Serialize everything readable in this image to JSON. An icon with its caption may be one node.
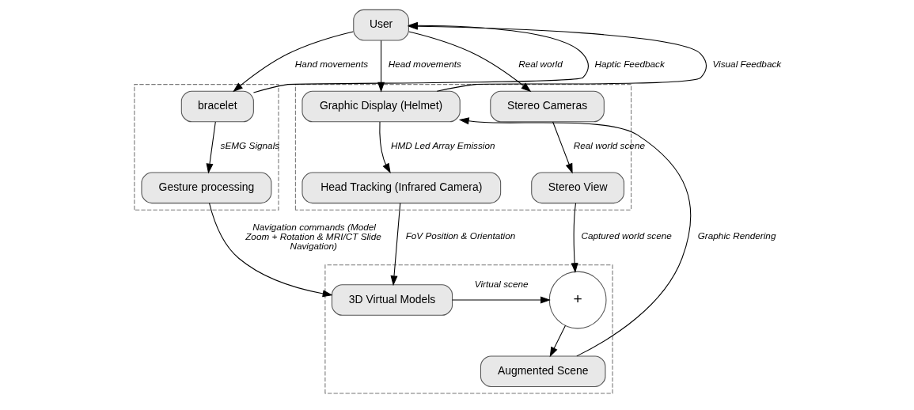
{
  "diagram": {
    "nodes": [
      {
        "text": [
          "User"
        ]
      },
      {
        "text": [],
        "shape": "box"
      },
      {
        "text": [
          "bracelet"
        ],
        "in": 1
      },
      {
        "text": [
          "Gesture processing"
        ],
        "in": 1
      },
      {
        "text": [],
        "shape": "box"
      },
      {
        "text": [
          "Stereo Cameras"
        ],
        "in": 4
      },
      {
        "text": [
          "Graphic Display (Helmet)"
        ],
        "in": 4
      },
      {
        "text": [
          "Stereo View"
        ],
        "in": 4
      },
      {
        "text": [
          "Head Tracking (Infrared Camera)"
        ],
        "in": 4
      },
      {
        "text": [],
        "shape": "box"
      },
      {
        "text": [
          "+"
        ],
        "in": 9
      },
      {
        "text": [
          "Augmented Scene"
        ],
        "in": 9
      },
      {
        "text": [
          "3D Virtual Models"
        ],
        "in": 9
      }
    ],
    "edges": [
      {
        "from": 0,
        "to": 2,
        "arrow": "to",
        "label": "Hand movements"
      },
      {
        "from": 2,
        "to": 0,
        "arrow": "to",
        "label": "Haptic Feedback"
      },
      {
        "from": 0,
        "to": 5,
        "arrow": "to",
        "label": "Real world"
      },
      {
        "from": 0,
        "to": 6,
        "arrow": "to",
        "label": "Head movements"
      },
      {
        "from": 6,
        "to": 0,
        "arrow": "to",
        "label": "Visual Feedback"
      },
      {
        "from": 2,
        "to": 3,
        "arrow": "to",
        "label": "sEMG Signals"
      },
      {
        "from": 5,
        "to": 7,
        "arrow": "to",
        "label": "Real world scene"
      },
      {
        "from": 6,
        "to": 8,
        "arrow": "to",
        "label": "HMD Led Array Emission"
      },
      {
        "from": 7,
        "to": 10,
        "arrow": "to",
        "label": "Captured world scene"
      },
      {
        "from": 10,
        "to": 11,
        "arrow": "to"
      },
      {
        "from": 11,
        "to": 6,
        "arrow": "to",
        "label": "Graphic Rendering"
      },
      {
        "from": 3,
        "to": 12,
        "arrow": "to",
        "label": "Navigation commands (Model Zoom + Rotation & MRI/CT Slide Navigation)"
      },
      {
        "from": 8,
        "to": 12,
        "arrow": "to",
        "label": "FoV Position & Orientation"
      },
      {
        "from": 12,
        "to": 10,
        "arrow": "to",
        "label": "Virtual scene"
      }
    ]
  }
}
